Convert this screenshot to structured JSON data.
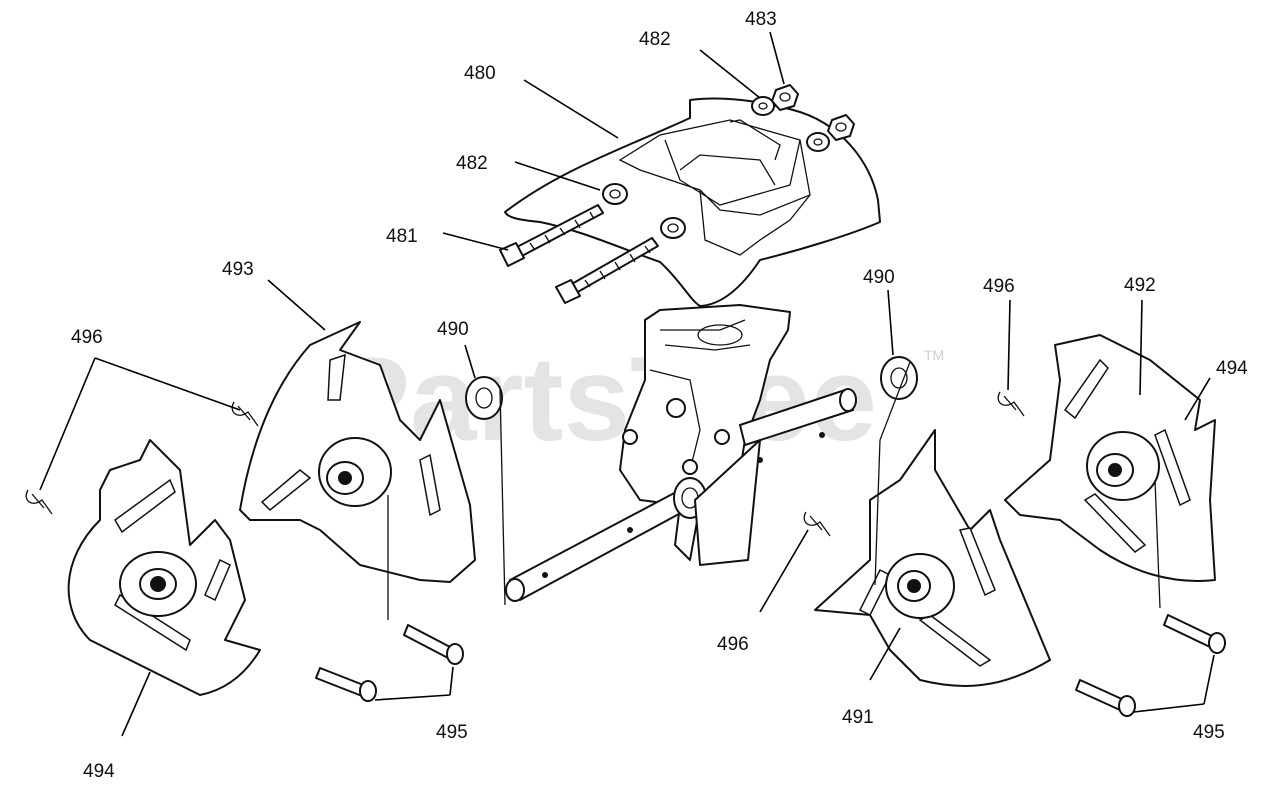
{
  "watermark": {
    "text": "PartsTree",
    "trademark": "TM"
  },
  "callouts": [
    {
      "id": "c480a",
      "label": "480"
    },
    {
      "id": "c481a",
      "label": "481"
    },
    {
      "id": "c482a",
      "label": "482"
    },
    {
      "id": "c482b",
      "label": "482"
    },
    {
      "id": "c483a",
      "label": "483"
    },
    {
      "id": "c490a",
      "label": "490"
    },
    {
      "id": "c490b",
      "label": "490"
    },
    {
      "id": "c491a",
      "label": "491"
    },
    {
      "id": "c492a",
      "label": "492"
    },
    {
      "id": "c493a",
      "label": "493"
    },
    {
      "id": "c494a",
      "label": "494"
    },
    {
      "id": "c494b",
      "label": "494"
    },
    {
      "id": "c495a",
      "label": "495"
    },
    {
      "id": "c495b",
      "label": "495"
    },
    {
      "id": "c496a",
      "label": "496"
    },
    {
      "id": "c496b",
      "label": "496"
    },
    {
      "id": "c496c",
      "label": "496"
    }
  ]
}
